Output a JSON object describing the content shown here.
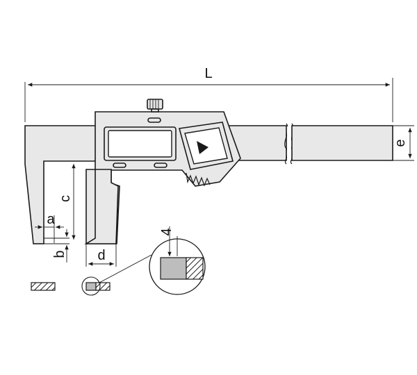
{
  "labels": {
    "L": "L",
    "e": "e",
    "a": "a",
    "b": "b",
    "c": "c",
    "d": "d",
    "four": "4"
  },
  "colors": {
    "body": "#e8e8e8",
    "stroke": "#1a1a1a",
    "detail_fill": "#bdbdbd",
    "background": "#ffffff"
  },
  "icons": {
    "hold_button": "play-triangle-icon"
  }
}
